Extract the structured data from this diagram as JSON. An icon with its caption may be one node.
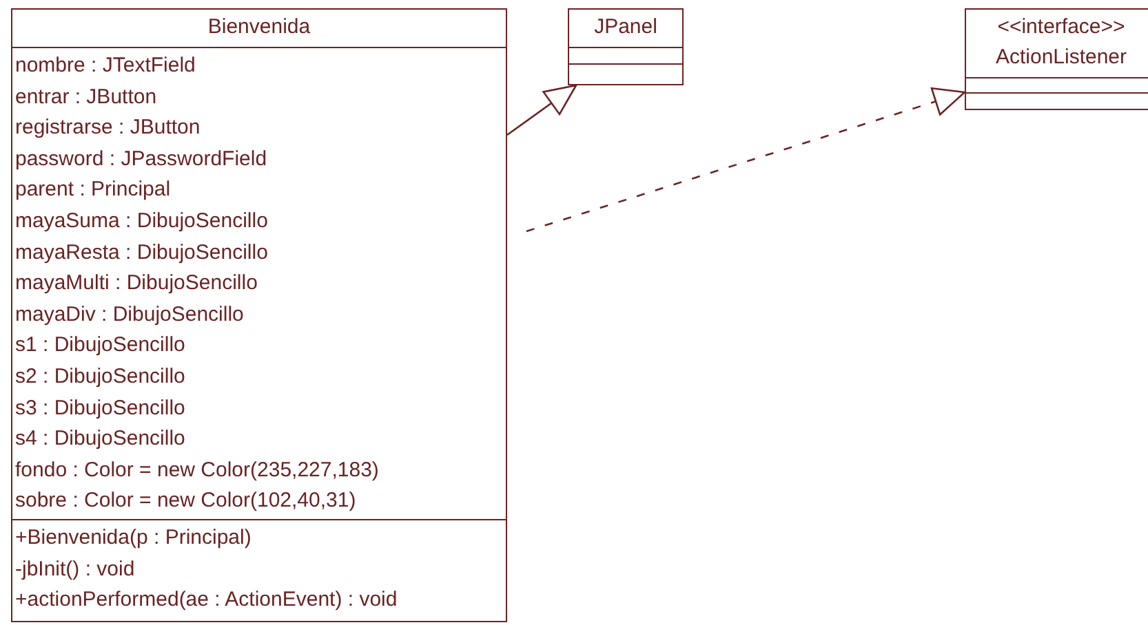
{
  "diagram": {
    "nodes": [
      {
        "text": [
          "Bienvenida",
          "nombre : JTextField",
          "entrar : JButton",
          "registrarse : JButton",
          "password : JPasswordField",
          "parent : Principal",
          "mayaSuma : DibujoSencillo",
          "mayaResta : DibujoSencillo",
          "mayaMulti : DibujoSencillo",
          "mayaDiv : DibujoSencillo",
          "s1 : DibujoSencillo",
          "s2 : DibujoSencillo",
          "s3 : DibujoSencillo",
          "s4 : DibujoSencillo",
          "fondo : Color = new Color(235,227,183)",
          "sobre : Color = new Color(102,40,31)",
          "+Bienvenida(p : Principal)",
          "-jbInit() : void",
          "+actionPerformed(ae : ActionEvent) : void"
        ]
      },
      {
        "text": [
          "JPanel"
        ]
      },
      {
        "text": [
          "<<interface>>",
          "ActionListener"
        ]
      }
    ],
    "edges": [
      {
        "from": 0,
        "to": 1,
        "arrow": "to"
      },
      {
        "from": 0,
        "to": 2,
        "arrow": "to",
        "style": "dashed"
      }
    ]
  }
}
